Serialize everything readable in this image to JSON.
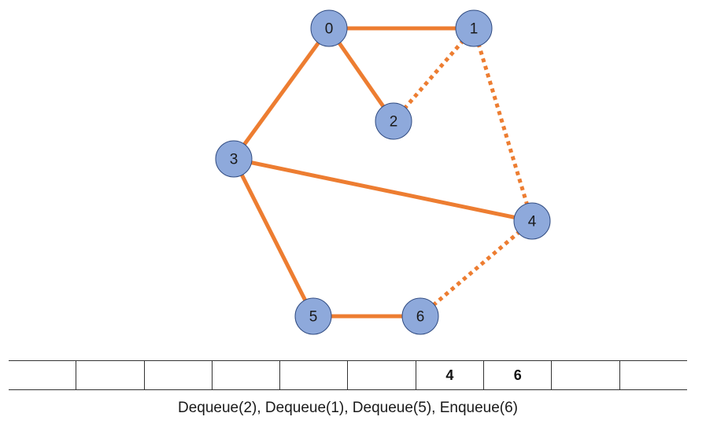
{
  "graph": {
    "edge_color": "#ED7D31",
    "node_fill": "#8EA9DB",
    "node_stroke": "#2F4A80",
    "nodes": [
      {
        "id": "0",
        "label": "0"
      },
      {
        "id": "1",
        "label": "1"
      },
      {
        "id": "2",
        "label": "2"
      },
      {
        "id": "3",
        "label": "3"
      },
      {
        "id": "4",
        "label": "4"
      },
      {
        "id": "5",
        "label": "5"
      },
      {
        "id": "6",
        "label": "6"
      }
    ],
    "edges": [
      {
        "from": "0",
        "to": "1",
        "style": "solid"
      },
      {
        "from": "0",
        "to": "2",
        "style": "solid"
      },
      {
        "from": "0",
        "to": "3",
        "style": "solid"
      },
      {
        "from": "1",
        "to": "2",
        "style": "dotted"
      },
      {
        "from": "1",
        "to": "4",
        "style": "dotted"
      },
      {
        "from": "3",
        "to": "4",
        "style": "solid"
      },
      {
        "from": "3",
        "to": "5",
        "style": "solid"
      },
      {
        "from": "5",
        "to": "6",
        "style": "solid"
      },
      {
        "from": "4",
        "to": "6",
        "style": "dotted"
      }
    ]
  },
  "queue": {
    "cells": [
      "",
      "",
      "",
      "",
      "",
      "",
      "4",
      "6",
      "",
      ""
    ]
  },
  "caption": "Dequeue(2), Dequeue(1), Dequeue(5), Enqueue(6)"
}
